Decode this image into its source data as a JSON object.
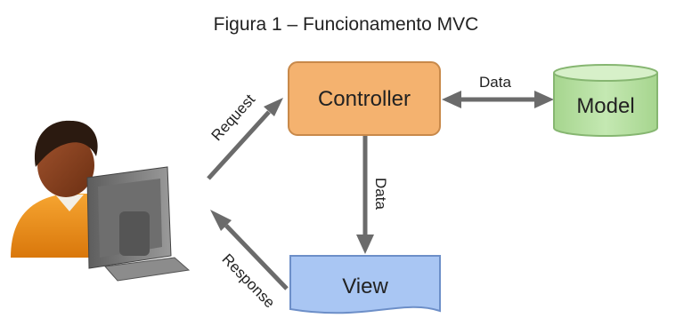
{
  "figure": {
    "caption": "Figura 1 – Funcionamento MVC"
  },
  "nodes": {
    "controller": {
      "label": "Controller",
      "fill": "#f4b26f",
      "stroke": "#c8894a"
    },
    "model": {
      "label": "Model",
      "fill": "#b8e0a4",
      "stroke": "#86b671"
    },
    "view": {
      "label": "View",
      "fill": "#a9c6f3",
      "stroke": "#6d8fc8"
    }
  },
  "edges": {
    "request": {
      "label": "Request"
    },
    "response": {
      "label": "Response"
    },
    "controller_model": {
      "label": "Data"
    },
    "controller_view": {
      "label": "Data"
    }
  },
  "colors": {
    "arrow": "#6b6b6b",
    "text": "#222222"
  },
  "icons": {
    "user": "user-at-computer-icon"
  }
}
